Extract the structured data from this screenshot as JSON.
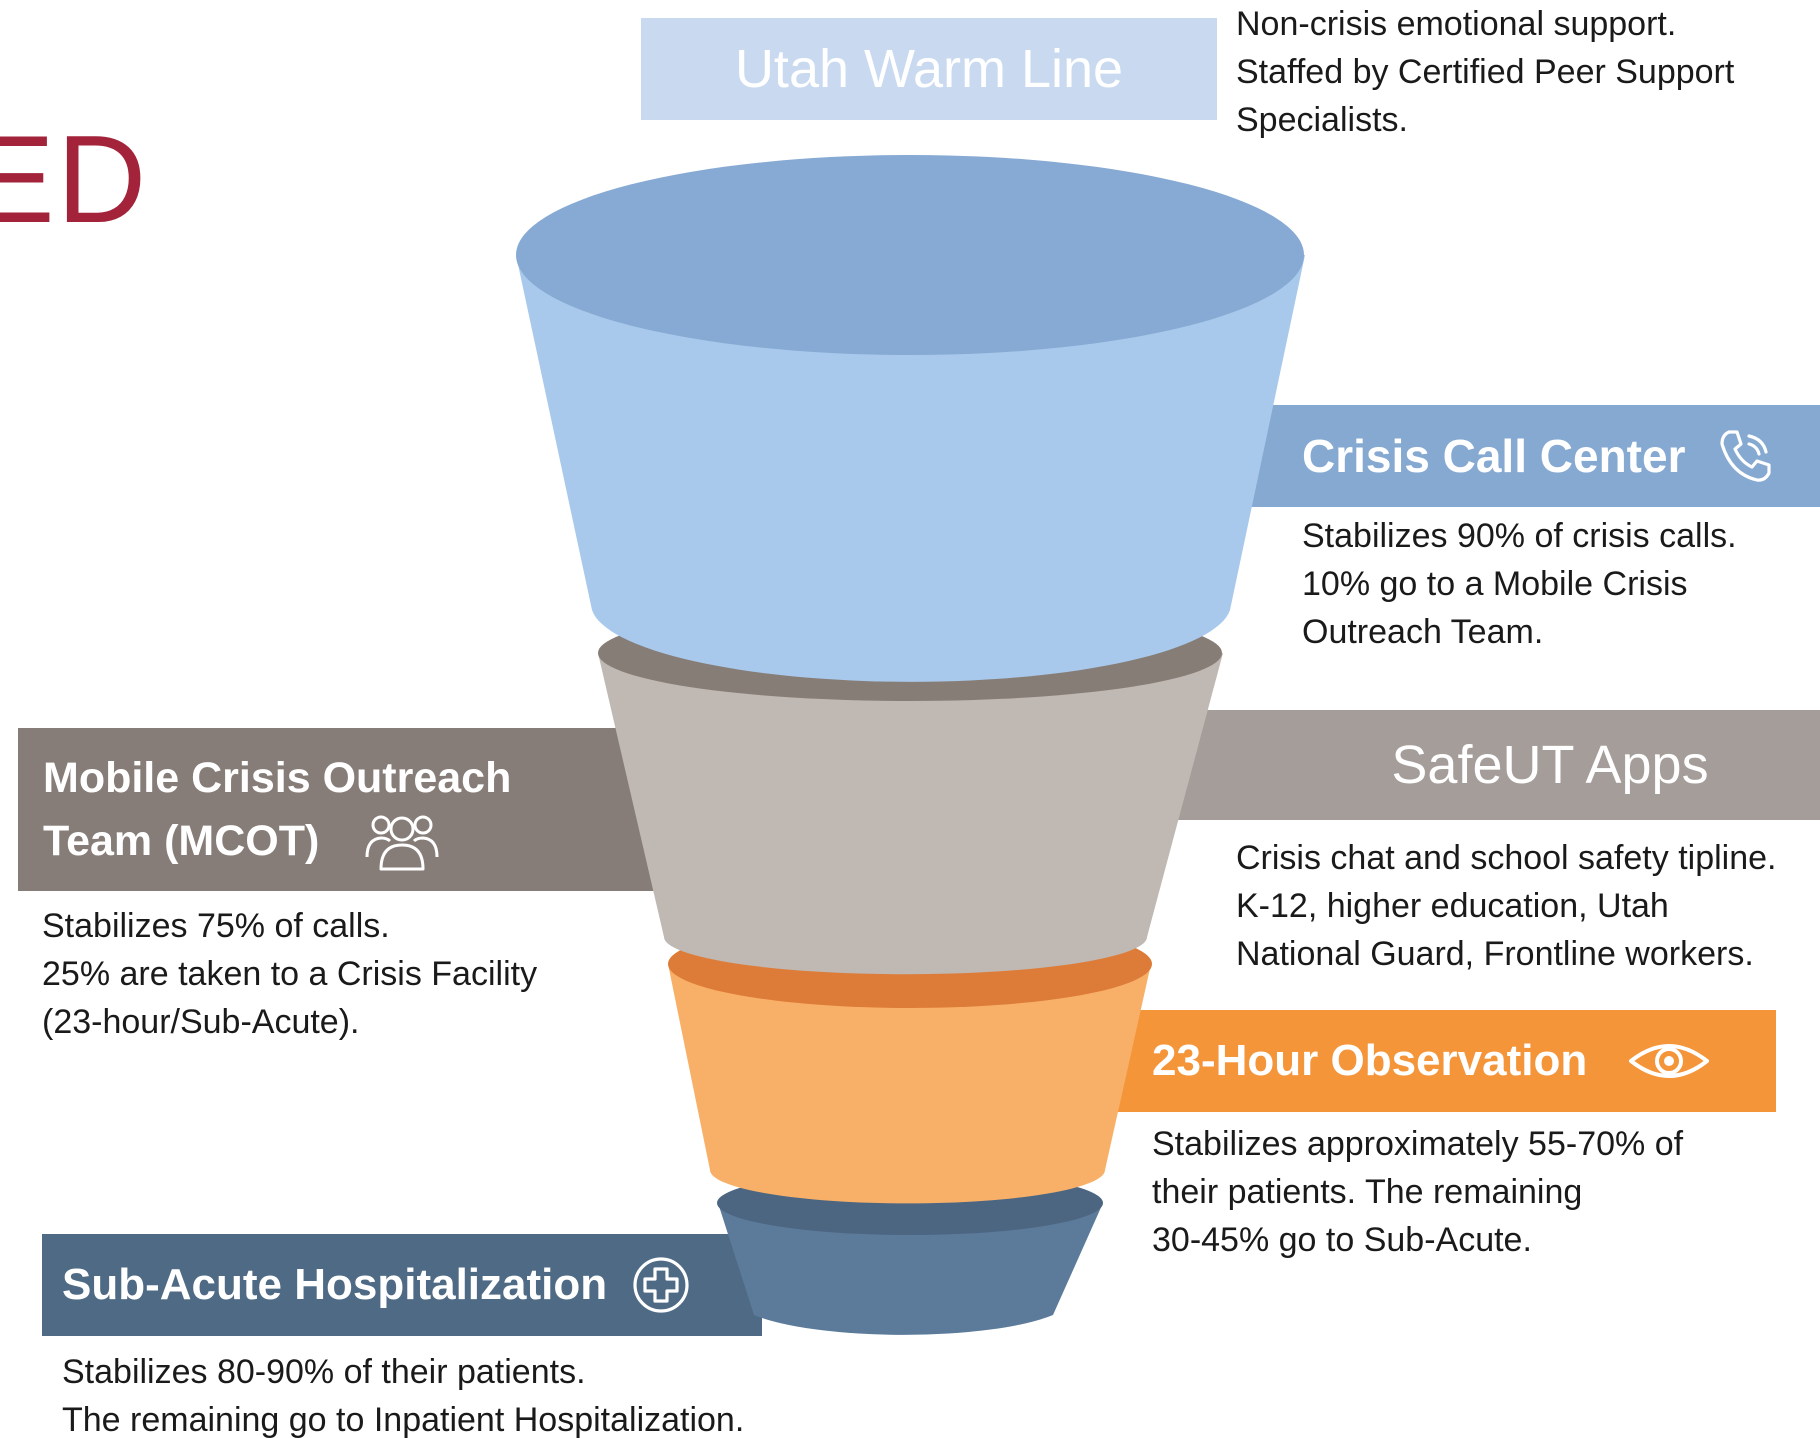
{
  "header_fragment": "ED",
  "warm_line": {
    "title": "Utah Warm Line",
    "desc": [
      "Non-crisis emotional support.",
      "Staffed by Certified Peer Support",
      "Specialists."
    ]
  },
  "call_center": {
    "title": "Crisis Call Center",
    "icon": "phone-icon",
    "desc": [
      "Stabilizes 90% of crisis calls.",
      "10% go to a Mobile Crisis",
      "Outreach Team."
    ]
  },
  "safeut": {
    "title": "SafeUT Apps",
    "desc": [
      "Crisis chat and school safety tipline.",
      "K-12, higher education, Utah",
      "National Guard, Frontline workers."
    ]
  },
  "mcot": {
    "title_line1": "Mobile Crisis Outreach",
    "title_line2": "Team (MCOT)",
    "icon": "team-icon",
    "desc": [
      "Stabilizes 75% of calls.",
      "25% are taken to a Crisis Facility",
      "(23-hour/Sub-Acute)."
    ]
  },
  "observation": {
    "title": "23-Hour Observation",
    "icon": "eye-icon",
    "desc": [
      "Stabilizes approximately 55-70% of",
      "their patients. The remaining",
      "30-45% go to Sub-Acute."
    ]
  },
  "subacute": {
    "title": "Sub-Acute Hospitalization",
    "icon": "medical-cross-icon",
    "desc": [
      "Stabilizes 80-90% of their patients.",
      "The remaining go to Inpatient Hospitalization."
    ]
  },
  "colors": {
    "red_text": "#a3233a",
    "light_blue_banner": "#c9daf0",
    "funnel_blue": "#a8c9eb",
    "funnel_blue_top": "#86aad3",
    "call_center_banner": "#86a9d2",
    "grey_banner": "#877d78",
    "safeut_banner": "#a59d99",
    "funnel_grey": "#c0b8b2",
    "funnel_grey_top": "#877d77",
    "orange_banner": "#f5953a",
    "funnel_orange": "#f8b068",
    "funnel_orange_top": "#dd7c38",
    "navy_banner": "#4e6a85",
    "funnel_navy": "#5c7b9b",
    "funnel_navy_top": "#4c6682"
  }
}
